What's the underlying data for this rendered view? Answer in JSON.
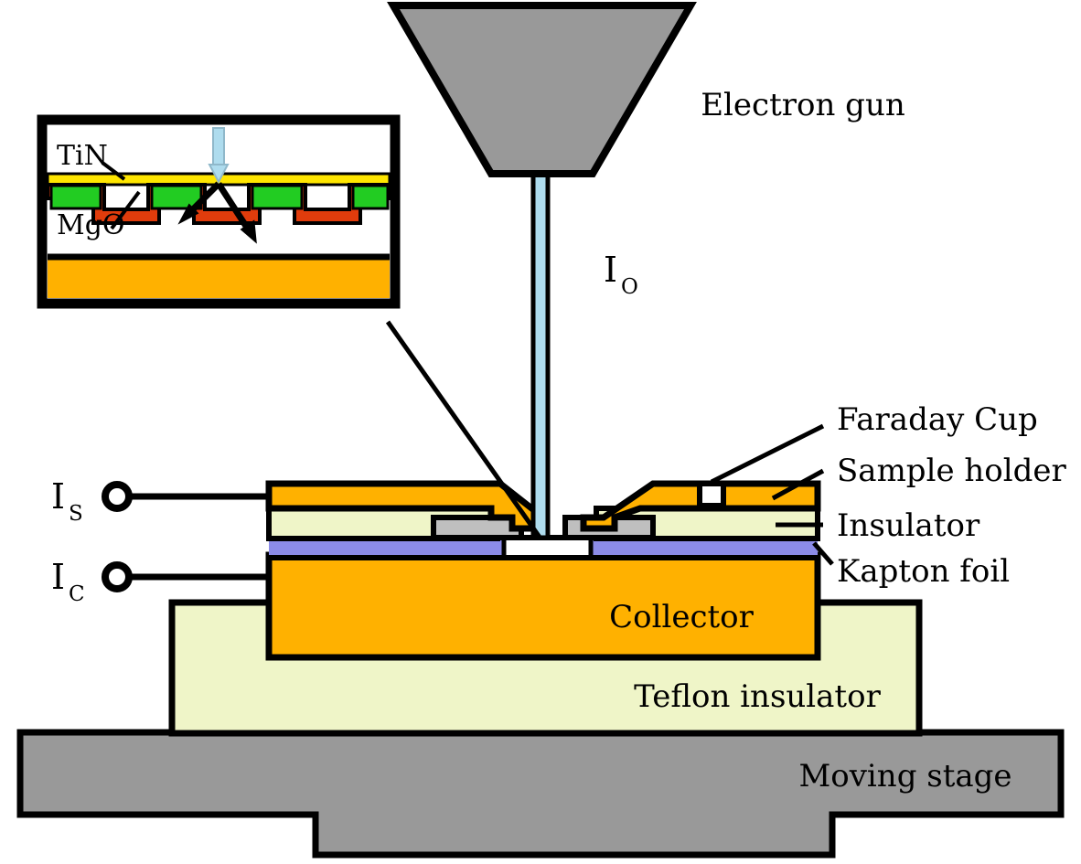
{
  "figure": {
    "title": "Electron irradiation measurement setup schematic",
    "background_color": "#ffffff",
    "stroke_color": "#000000"
  },
  "palette": {
    "gold": "#FFB100",
    "pale_yellow": "#EFF5C8",
    "gray_metal": "#999999",
    "gray_sample": "#BFBFBF",
    "kapton_purple": "#8C8CE8",
    "beam_blue": "#AEDCEE",
    "tin_yellow": "#FFE600",
    "green_layer": "#22CC22",
    "mgo_red": "#E03C0C",
    "white": "#FFFFFF",
    "black": "#000000"
  },
  "labels": {
    "electron_gun": "Electron gun",
    "beam_current": "I",
    "beam_current_sub": "O",
    "sample_current": "I",
    "sample_current_sub": "S",
    "collector_current": "I",
    "collector_current_sub": "C",
    "faraday_cup": "Faraday Cup",
    "sample_holder": "Sample holder",
    "insulator": "Insulator",
    "kapton_foil": "Kapton foil",
    "collector": "Collector",
    "teflon_insulator": "Teflon insulator",
    "moving_stage": "Moving stage"
  },
  "inset": {
    "tin_label": "TiN",
    "mgo_label": "MgO",
    "description": "Cross-section of patterned sample: TiN top layer, green fill regions, conformal MgO trench liner, gold substrate below",
    "layers": [
      {
        "name": "TiN",
        "color": "#FFE600"
      },
      {
        "name": "green-fill",
        "color": "#22CC22"
      },
      {
        "name": "MgO",
        "color": "#E03C0C"
      },
      {
        "name": "substrate",
        "color": "#FFB100"
      }
    ],
    "incident_beam_color": "#AEDCEE",
    "scatter_arrow_count": 2
  },
  "components": [
    {
      "name": "electron-gun",
      "shape": "trapezoid",
      "color": "#999999"
    },
    {
      "name": "electron-beam",
      "shape": "vertical-column",
      "color": "#AEDCEE"
    },
    {
      "name": "sample-holder",
      "shape": "stepped-plate",
      "color": "#FFB100"
    },
    {
      "name": "insulator-block",
      "shape": "rectangle",
      "color": "#EFF5C8"
    },
    {
      "name": "kapton-foil",
      "shape": "thin-strip",
      "color": "#8C8CE8"
    },
    {
      "name": "collector-block",
      "shape": "rectangle",
      "color": "#FFB100"
    },
    {
      "name": "teflon-insulator",
      "shape": "rectangle",
      "color": "#EFF5C8"
    },
    {
      "name": "moving-stage",
      "shape": "t-platform",
      "color": "#999999"
    },
    {
      "name": "sample-pad-left",
      "shape": "rectangle",
      "color": "#BFBFBF"
    },
    {
      "name": "sample-pad-right",
      "shape": "rectangle",
      "color": "#BFBFBF"
    },
    {
      "name": "faraday-cup-notch",
      "shape": "notch",
      "color": "#FFFFFF"
    }
  ]
}
